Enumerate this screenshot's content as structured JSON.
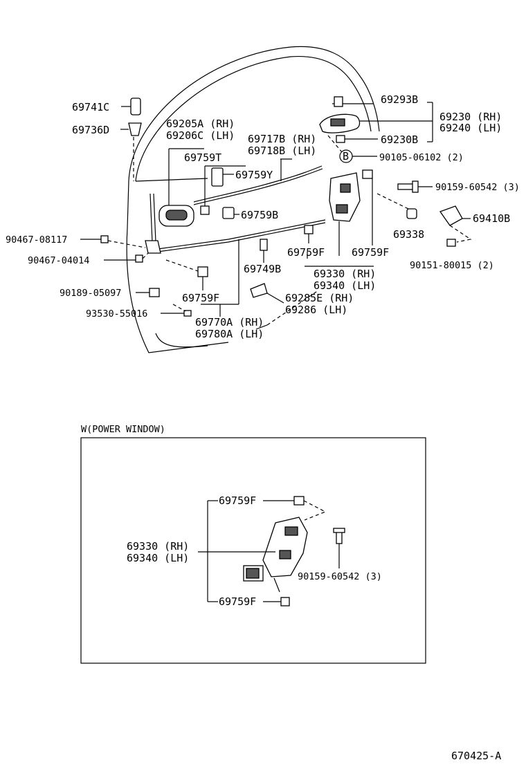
{
  "labels": {
    "p69741C": "69741C",
    "p69736D": "69736D",
    "p69205A": "69205A (RH)",
    "p69206C": "69206C (LH)",
    "p69717B": "69717B (RH)",
    "p69718B": "69718B (LH)",
    "p69759T": "69759T",
    "p69759Y": "69759Y",
    "p69759B": "69759B",
    "p69293B": "69293B",
    "p69230": "69230 (RH)",
    "p69240": "69240 (LH)",
    "p69230B": "69230B",
    "pB": "B",
    "p90105": "90105-06102 (2)",
    "p90159a": "90159-60542 (3)",
    "p69410B": "69410B",
    "p69338": "69338",
    "p69759Fa": "69759F",
    "p69759Fb": "69759F",
    "p90151": "90151-80015 (2)",
    "p90467a": "90467-08117",
    "p90467b": "90467-04014",
    "p69749B": "69749B",
    "p69330": "69330 (RH)",
    "p69340": "69340 (LH)",
    "p90189": "90189-05097",
    "p69759Fc": "69759F",
    "p69285E": "69285E (RH)",
    "p69286": "69286   (LH)",
    "p93530": "93530-55016",
    "p69770A": "69770A (RH)",
    "p69780A": "69780A (LH)"
  },
  "inset": {
    "title": "W(POWER WINDOW)",
    "p69759Fa": "69759F",
    "p69330": "69330 (RH)",
    "p69340": "69340 (LH)",
    "p90159": "90159-60542 (3)",
    "p69759Fb": "69759F"
  },
  "figure_id": "670425-A"
}
